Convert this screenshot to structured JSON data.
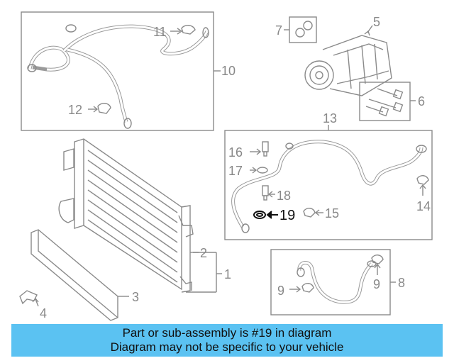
{
  "callouts": {
    "c1": "1",
    "c2": "2",
    "c3": "3",
    "c4": "4",
    "c5": "5",
    "c6": "6",
    "c7": "7",
    "c8": "8",
    "c9a": "9",
    "c9b": "9",
    "c10": "10",
    "c11": "11",
    "c12": "12",
    "c13": "13",
    "c14": "14",
    "c15": "15",
    "c16": "16",
    "c17": "17",
    "c18": "18",
    "c19": "19"
  },
  "highlighted_part": "19",
  "banner": {
    "line1": "Part or sub-assembly is #19 in diagram",
    "line2": "Diagram may not be specific to your vehicle"
  },
  "colors": {
    "banner_bg": "#5bc2f2",
    "line_art": "#8a8a8a",
    "highlight": "#111111"
  }
}
